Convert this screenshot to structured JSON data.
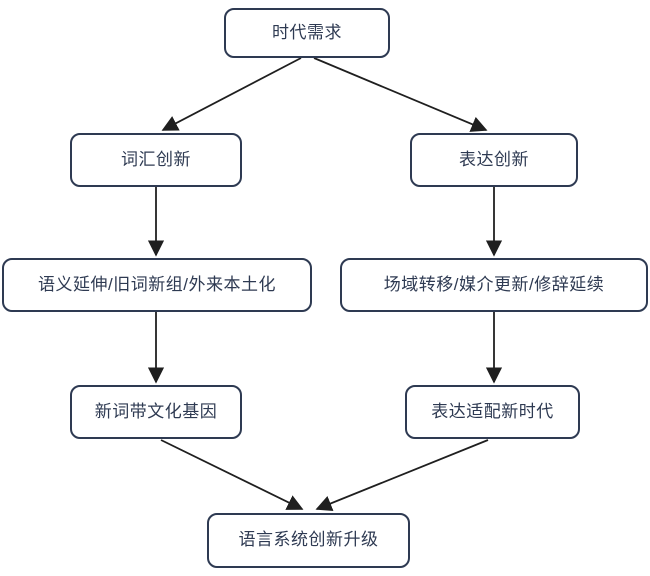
{
  "diagram": {
    "type": "flowchart",
    "nodes": {
      "root": {
        "label": "时代需求"
      },
      "left1": {
        "label": "词汇创新"
      },
      "right1": {
        "label": "表达创新"
      },
      "left2": {
        "label": "语义延伸/旧词新组/外来本土化"
      },
      "right2": {
        "label": "场域转移/媒介更新/修辞延续"
      },
      "left3": {
        "label": "新词带文化基因"
      },
      "right3": {
        "label": "表达适配新时代"
      },
      "bottom": {
        "label": "语言系统创新升级"
      }
    },
    "edges": [
      {
        "from": "root",
        "to": "left1"
      },
      {
        "from": "root",
        "to": "right1"
      },
      {
        "from": "left1",
        "to": "left2"
      },
      {
        "from": "right1",
        "to": "right2"
      },
      {
        "from": "left2",
        "to": "left3"
      },
      {
        "from": "right2",
        "to": "right3"
      },
      {
        "from": "left3",
        "to": "bottom"
      },
      {
        "from": "right3",
        "to": "bottom"
      }
    ],
    "colors": {
      "border": "#2e3a52",
      "text": "#2e3a52",
      "arrow": "#1f1f1f",
      "background": "#ffffff"
    }
  }
}
